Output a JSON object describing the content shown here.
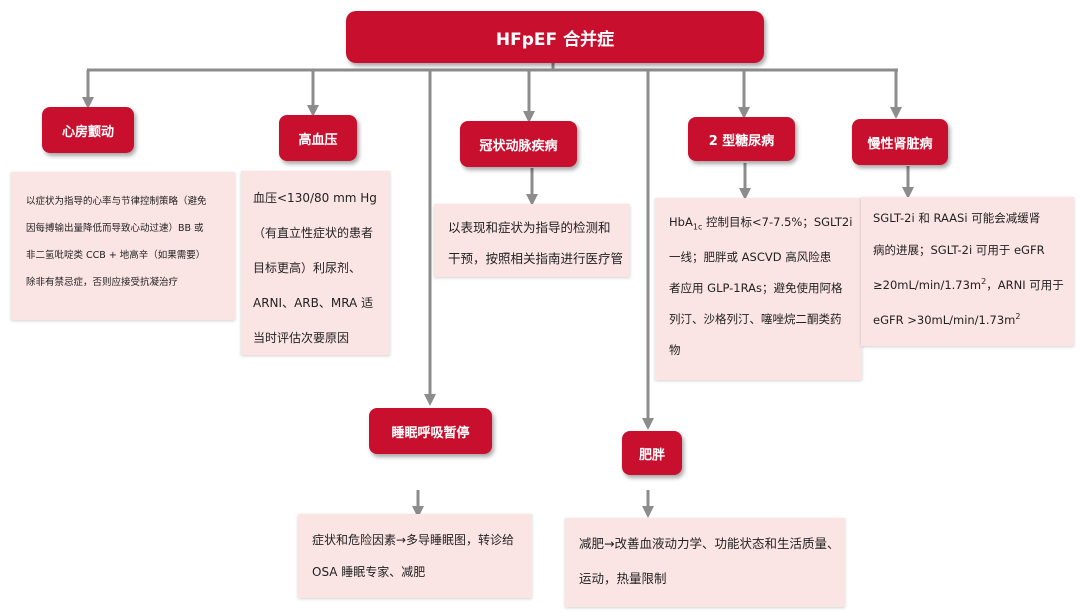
{
  "root": {
    "title": "HFpEF 合并症"
  },
  "nodes": {
    "af": {
      "label": "心房颤动",
      "lines": [
        "以症状为指导的心率与节律控制策略（避免",
        "因每搏输出量降低而导致心动过速）BB 或",
        "非二氢吡啶类 CCB + 地高辛（如果需要）",
        "除非有禁忌症，否则应接受抗凝治疗"
      ]
    },
    "htn": {
      "label": "高血压",
      "lines": [
        "血压<130/80 mm Hg",
        "（有直立性症状的患者",
        "目标更高）利尿剂、",
        "ARNI、ARB、MRA 适",
        "当时评估次要原因"
      ]
    },
    "cad": {
      "label": "冠状动脉疾病",
      "lines": [
        "以表现和症状为指导的检测和",
        "干预，按照相关指南进行医疗管"
      ]
    },
    "dm": {
      "label": "2 型糖尿病",
      "l1_pre": "HbA",
      "l1_sub": "1c",
      "l1_post": " 控制目标<7-7.5%；SGLT2i",
      "lines": [
        "一线；肥胖或 ASCVD 高风险患",
        "者应用 GLP-1RAs；避免使用阿格",
        "列汀、沙格列汀、噻唑烷二酮类药",
        "物"
      ]
    },
    "ckd": {
      "label": "慢性肾脏病",
      "l1": "SGLT-2i 和 RAASi 可能会减缓肾",
      "l2": "病的进展；SGLT-2i 可用于 eGFR",
      "l3_pre": "≥20mL/min/1.73m",
      "l3_sup": "2",
      "l3_mid": "，",
      "l3_post": "ARNI 可用于",
      "l4_pre": "eGFR >30mL/min/1.73m",
      "l4_sup": "2"
    },
    "osa": {
      "label": "睡眠呼吸暂停",
      "lines": [
        "症状和危险因素→多导睡眠图，转诊给",
        "OSA 睡眠专家、减肥"
      ]
    },
    "obesity": {
      "label": "肥胖",
      "lines": [
        "减肥→改善血液动力学、功能状态和生活质量、",
        "运动，热量限制"
      ]
    }
  },
  "colors": {
    "node": "#c8102e",
    "box": "#fbe4e4",
    "line": "#8c8c8c"
  }
}
